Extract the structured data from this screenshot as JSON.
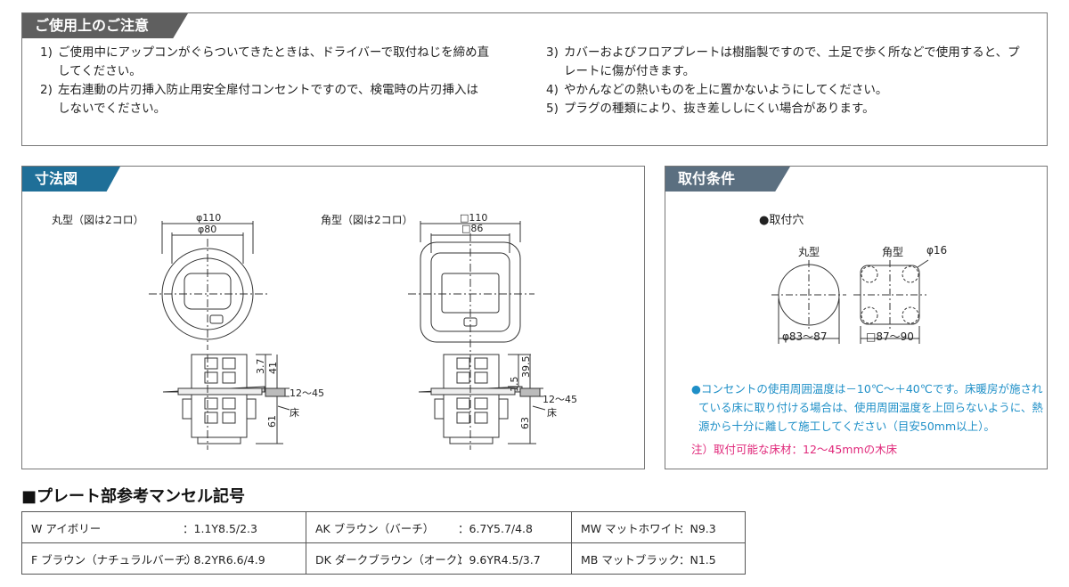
{
  "caution": {
    "title": "ご使用上のご注意",
    "items": [
      {
        "no": "1)",
        "lines": [
          "ご使用中にアップコンがぐらついてきたときは、ドライバーで取付ねじを締め直",
          "してください。"
        ]
      },
      {
        "no": "2)",
        "lines": [
          "左右連動の片刃挿入防止用安全扉付コンセントですので、検電時の片刃挿入は",
          "しないでください。"
        ]
      },
      {
        "no": "3)",
        "lines": [
          "カバーおよびフロアプレートは樹脂製ですので、土足で歩く所などで使用すると、プ",
          "レートに傷が付きます。"
        ]
      },
      {
        "no": "4)",
        "lines": [
          "やかんなどの熱いものを上に置かないようにしてください。"
        ]
      },
      {
        "no": "5)",
        "lines": [
          "プラグの種類により、抜き差ししにくい場合があります。"
        ]
      }
    ]
  },
  "dimensions": {
    "title": "寸法図",
    "round": {
      "label": "丸型（図は2コロ）",
      "outer": "φ110",
      "inner": "φ80",
      "d1": "3.7",
      "d2": "41",
      "d3": "61",
      "floor_range": "12〜45",
      "floor": "床"
    },
    "square": {
      "label": "角型（図は2コロ）",
      "outer": "□110",
      "inner": "□86",
      "d1": "1.5",
      "d2": "39.5",
      "d3": "63",
      "floor_range": "12〜45",
      "floor": "床"
    }
  },
  "mounting": {
    "title": "取付条件",
    "hole_title": "●取付穴",
    "round_label": "丸型",
    "square_label": "角型",
    "corner": "φ16",
    "round_dim": "φ83〜87",
    "square_dim": "□87〜90",
    "temp_note": [
      "●コンセントの使用周囲温度は－10℃～＋40℃です。床暖房が施され",
      "ている床に取り付ける場合は、使用周囲温度を上回らないように、熱",
      "源から十分に離して施工してください（目安50mm以上）。"
    ],
    "floor_note": "注）取付可能な床材：12～45mmの木床",
    "colors": {
      "blue": "#1e8fc7",
      "magenta": "#e0287a"
    }
  },
  "munsell": {
    "title": "■プレート部参考マンセル記号",
    "rows": [
      [
        {
          "name": "W アイボリー",
          "code": "：1.1Y8.5/2.3"
        },
        {
          "name": "AK ブラウン（バーチ）",
          "code": "：6.7Y5.7/4.8"
        },
        {
          "name": "MW マットホワイト",
          "code": "：N9.3"
        }
      ],
      [
        {
          "name": "F ブラウン（ナチュラルバーチ）",
          "code": "：8.2YR6.6/4.9"
        },
        {
          "name": "DK ダークブラウン（オーク）",
          "code": "：9.6YR4.5/3.7"
        },
        {
          "name": "MB マットブラック",
          "code": "：N1.5"
        }
      ]
    ]
  }
}
